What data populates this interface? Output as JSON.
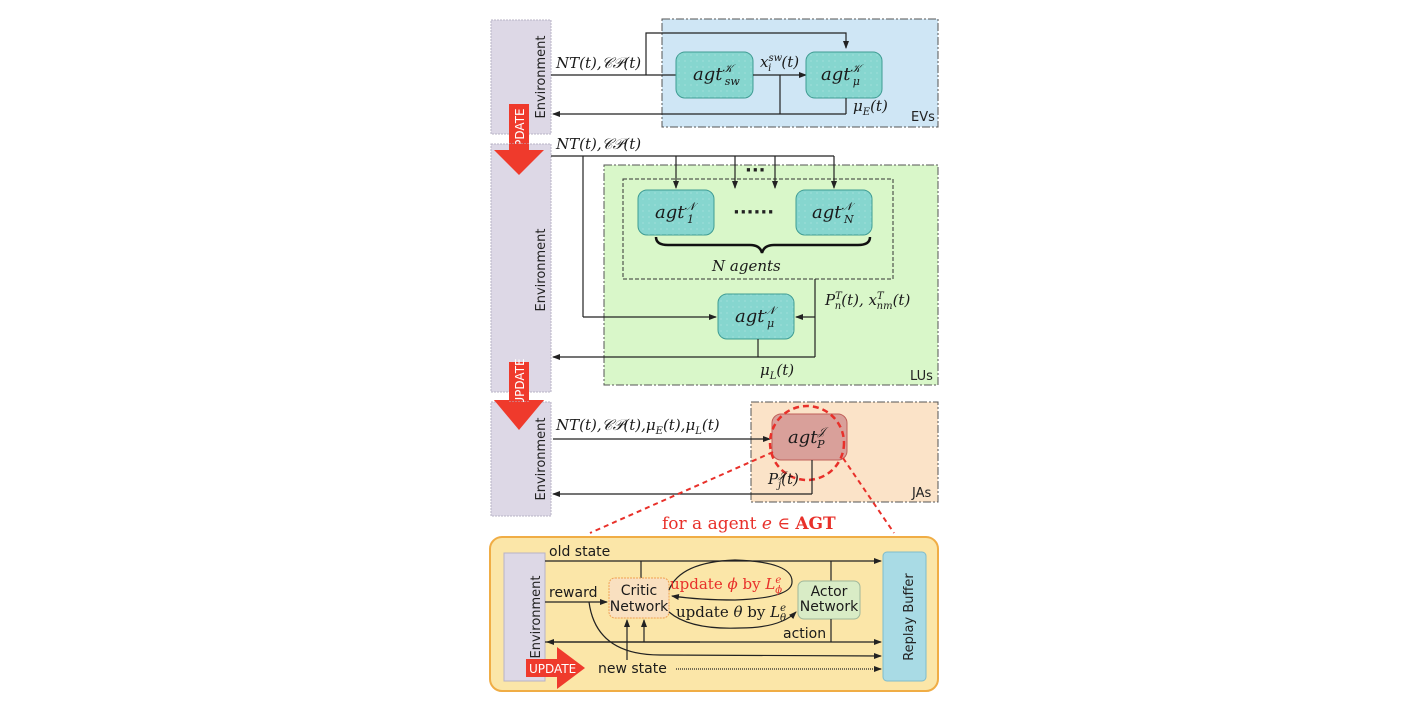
{
  "colors": {
    "environment_fill": "#ddd8e6",
    "update_arrow": "#ef3a2c",
    "evs_fill": "#cfe6f5",
    "lus_fill": "#d9f7c9",
    "jas_fill": "#fbe3c8",
    "agent_fill": "#86d6cf",
    "agent_stroke": "#3f9c93",
    "jas_agent_fill": "#d9a09a",
    "bottom_panel_fill": "#fbe6a8",
    "bottom_panel_stroke": "#f0ad45",
    "critic_fill": "#f9e0c0",
    "actor_fill": "#d9ecc6",
    "replay_fill": "#a9dbe5",
    "red_text": "#e8302a"
  },
  "environment_label": "Environment",
  "update_label": "UPDATE",
  "evs": {
    "group_label": "EVs",
    "input_label": "NT(t), CP(t)",
    "agent_sw": {
      "base": "agt",
      "sup": "K",
      "sub": "sw"
    },
    "agent_mu": {
      "base": "agt",
      "sup": "K",
      "sub": "μ"
    },
    "switch_signal": "x_i^sw(t)",
    "output_label": "μ_E(t)"
  },
  "lus": {
    "group_label": "LUs",
    "input_label": "NT(t), CP(t)",
    "top_dots": "···",
    "agent_1": {
      "base": "agt",
      "sup": "N",
      "sub": "1"
    },
    "agent_dots": "······",
    "agent_n": {
      "base": "agt",
      "sup": "N",
      "sub": "N"
    },
    "brace_caption": "N agents",
    "agent_mu": {
      "base": "agt",
      "sup": "N",
      "sub": "μ"
    },
    "power_signal": "P_n^T(t), x_nm^T(t)",
    "output_label": "μ_L(t)"
  },
  "jas": {
    "group_label": "JAs",
    "input_label": "NT(t), CP(t), μ_E(t), μ_L(t)",
    "agent_p": {
      "base": "agt",
      "sup": "J",
      "sub": "P"
    },
    "output_label": "P_j^J(t)"
  },
  "zoom_title": "for a agent e ∈ AGT",
  "detail": {
    "old_state": "old state",
    "reward": "reward",
    "critic_line1": "Critic",
    "critic_line2": "Network",
    "actor_line1": "Actor",
    "actor_line2": "Network",
    "update_phi": "update ϕ by L",
    "update_phi_sub": "ϕ",
    "update_phi_sup": "e",
    "update_theta": "update θ by L",
    "update_theta_sub": "θ",
    "update_theta_sup": "e",
    "action": "action",
    "new_state": "new state",
    "replay_buffer": "Replay Buffer"
  }
}
